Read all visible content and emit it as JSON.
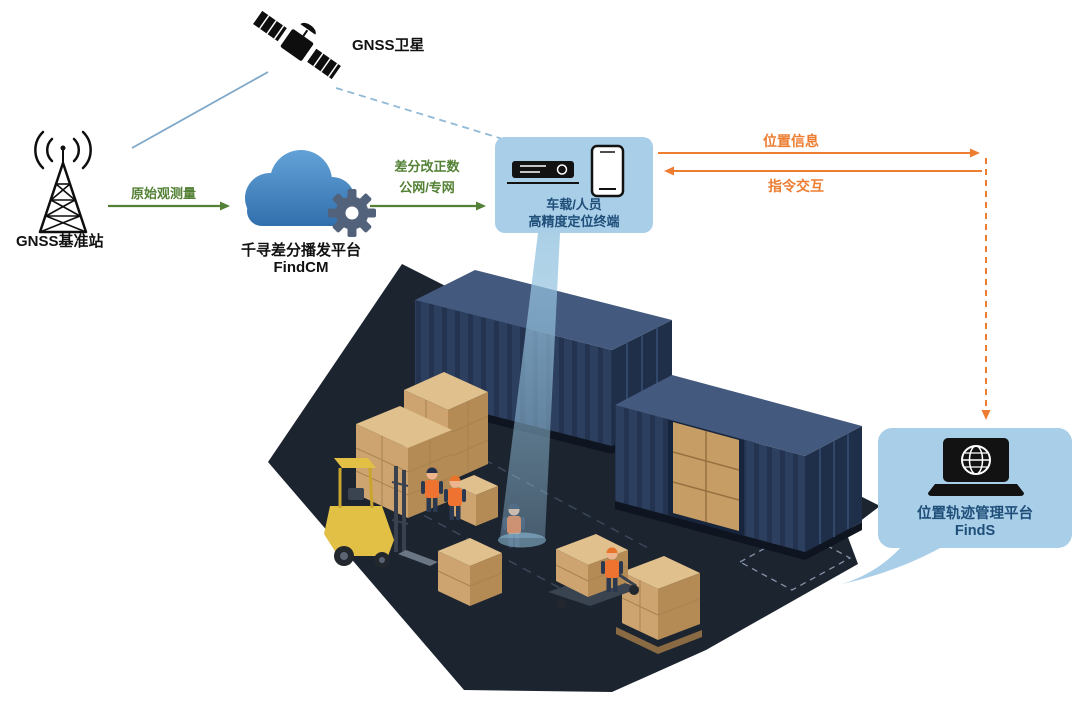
{
  "diagram": {
    "satellite": {
      "label": "GNSS卫星"
    },
    "base_station": {
      "label": "GNSS基准站"
    },
    "cloud_platform": {
      "line1": "千寻差分播发平台",
      "line2": "FindCM"
    },
    "terminal": {
      "line1": "车载/人员",
      "line2": "高精度定位终端"
    },
    "finds_platform": {
      "line1": "位置轨迹管理平台",
      "line2": "FindS"
    },
    "flows": {
      "raw_observation": "原始观测量",
      "correction_line1": "差分改正数",
      "correction_line2": "公网/专网",
      "position_info": "位置信息",
      "command_interaction": "指令交互"
    },
    "icons": [
      "satellite-icon",
      "base-station-icon",
      "cloud-icon",
      "gear-icon",
      "receiver-icon",
      "smartphone-icon",
      "laptop-globe-icon"
    ],
    "colors": {
      "node_box_fill": "#a9cee8",
      "node_text": "#1f4e79",
      "flow_green": "#538135",
      "flow_orange": "#ed7d31",
      "link_blue": "#7fa8c9",
      "cloud_blue": "#2e6daa",
      "container_navy": "#2d3f5e",
      "floor_dark": "#1c2430",
      "carton_tan": "#d9b98c",
      "forklift_yellow": "#e2bf45"
    }
  }
}
